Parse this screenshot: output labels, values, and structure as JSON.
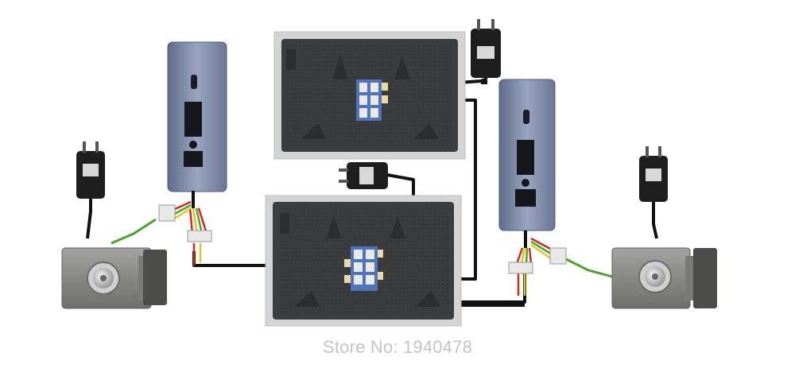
{
  "watermark": {
    "text": "Store No: 1940478"
  },
  "colors": {
    "monitor_frame": "#cfcfcf",
    "monitor_back": "#3c3e40",
    "doorbell_body": "#7f8ba6",
    "lock_body": "#8a8a88",
    "cable": "#111111",
    "adapter": "#1e1e1e",
    "terminal": "#5a7dc0",
    "wire_red": "#cc2b20",
    "wire_green": "#4fa12e",
    "wire_yellow": "#e2c41f"
  },
  "components": [
    {
      "id": "monitor-top",
      "kind": "indoor-monitor"
    },
    {
      "id": "monitor-bottom",
      "kind": "indoor-monitor"
    },
    {
      "id": "doorbell-left",
      "kind": "outdoor-camera"
    },
    {
      "id": "doorbell-right",
      "kind": "outdoor-camera"
    },
    {
      "id": "lock-left",
      "kind": "electric-lock"
    },
    {
      "id": "lock-right",
      "kind": "electric-lock"
    },
    {
      "id": "adapter-top",
      "kind": "power-adapter"
    },
    {
      "id": "adapter-middle",
      "kind": "power-adapter"
    },
    {
      "id": "adapter-left",
      "kind": "power-adapter"
    },
    {
      "id": "adapter-right",
      "kind": "power-adapter"
    }
  ]
}
